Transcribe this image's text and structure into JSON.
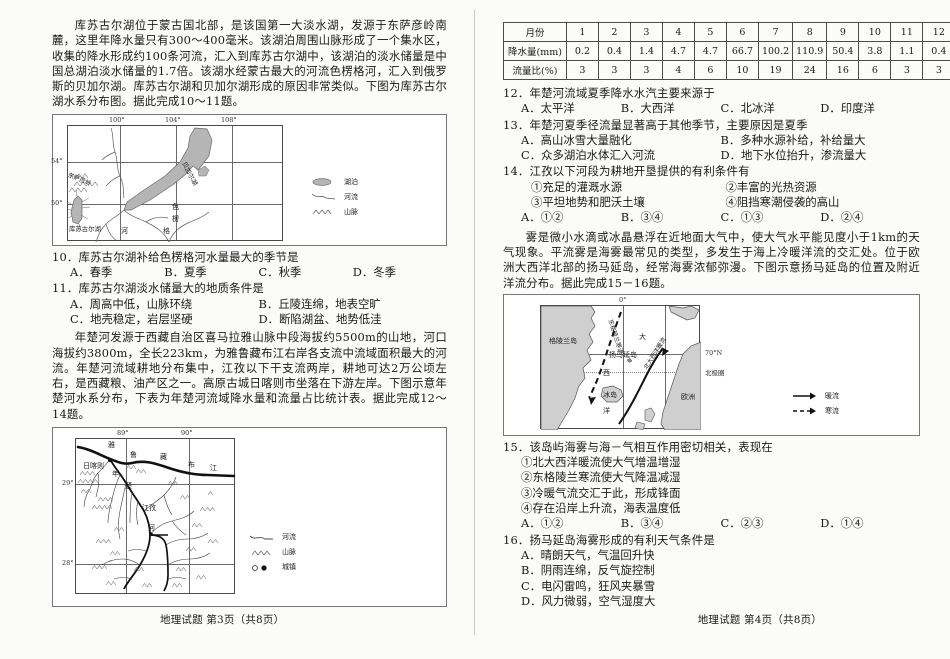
{
  "document": {
    "footer_left": "地理试题 第3页（共8页）",
    "footer_right": "地理试题 第4页（共8页）"
  },
  "left_column": {
    "passage1": "库苏古尔湖位于蒙古国北部，是该国第一大淡水湖，发源于东萨彦岭南麓，这里年降水量只有300～400毫米。该湖泊周围山脉形成了一个集水区，收集的降水形成约100条河流，汇入到库苏古尔湖中，该湖泊的淡水储量是中国总湖泊淡水储量的1.7倍。该湖水经蒙古最大的河流色楞格河，汇入到俄罗斯的贝加尔湖。库苏古尔湖和贝加尔湖形成的原因非常类似。下图为库苏古尔湖水系分布图。据此完成10～11题。",
    "map1": {
      "name": "库苏古尔湖水系分布图",
      "coord_labels": [
        "100°",
        "104°",
        "108°"
      ],
      "lat_labels": [
        "54°",
        "50°"
      ],
      "features": [
        "库苏古尔湖",
        "东萨彦岭",
        "贝加尔湖",
        "色",
        "楞",
        "格",
        "河"
      ],
      "legend": [
        {
          "symbol": "lake-symbol",
          "label": "湖泊"
        },
        {
          "symbol": "river-symbol",
          "label": "河流"
        },
        {
          "symbol": "mountain-symbol",
          "label": "山脉"
        }
      ]
    },
    "question10": {
      "stem": "10．库苏古尔湖补给色楞格河水量最大的季节是",
      "options": [
        "A．春季",
        "B．夏季",
        "C．秋季",
        "D．冬季"
      ]
    },
    "question11": {
      "stem": "11．库苏古尔湖淡水储量大的地质条件是",
      "options": [
        "A．周高中低，山脉环绕",
        "B．丘陵连绵，地表空旷",
        "C．地壳稳定，岩层坚硬",
        "D．断陷湖盆、地势低洼"
      ]
    },
    "passage2": "年楚河发源于西藏自治区喜马拉雅山脉中段海拔约5500m的山地，河口海拔约3800m，全长223km，为雅鲁藏布江右岸各支流中流域面积最大的河流。年楚河流域耕地分布集中，江孜以下干支流两岸，耕地可达2万公顷左右，是西藏粮、油产区之一。高原古城日喀则市坐落在下游左岸。下图示意年楚河水系分布，下表为年楚河流域降水量和流量占比统计表。据此完成12～14题。",
    "map2": {
      "name": "年楚河水系分布图",
      "coord_labels": [
        "89°",
        "90°"
      ],
      "lat_labels": [
        "29°",
        "28°"
      ],
      "features": [
        "日喀则",
        "江孜",
        "雅",
        "鲁",
        "藏",
        "布",
        "江",
        "年",
        "楚",
        "河"
      ],
      "legend": [
        {
          "symbol": "river-symbol",
          "label": "河流"
        },
        {
          "symbol": "mountain-symbol",
          "label": "山脉"
        },
        {
          "symbol": "town-symbol",
          "label": "城镇"
        }
      ]
    }
  },
  "right_column": {
    "table": {
      "rows": [
        {
          "header": "月份",
          "values": [
            "1",
            "2",
            "3",
            "4",
            "5",
            "6",
            "7",
            "8",
            "9",
            "10",
            "11",
            "12"
          ]
        },
        {
          "header": "降水量(mm)",
          "values": [
            "0.2",
            "0.4",
            "1.4",
            "4.7",
            "4.7",
            "66.7",
            "100.2",
            "110.9",
            "50.4",
            "3.8",
            "1.1",
            "0.4"
          ]
        },
        {
          "header": "流量比(%)",
          "values": [
            "3",
            "3",
            "3",
            "4",
            "6",
            "10",
            "19",
            "24",
            "16",
            "6",
            "3",
            "3"
          ]
        }
      ]
    },
    "question12": {
      "stem": "12．年楚河流域夏季降水水汽主要来源于",
      "options": [
        "A．太平洋",
        "B．大西洋",
        "C．北冰洋",
        "D．印度洋"
      ]
    },
    "question13": {
      "stem": "13．年楚河夏季径流量显著高于其他季节，主要原因是夏季",
      "options": [
        "A．高山冰雪大量融化",
        "B．多种水源补给，补给量大",
        "C．众多湖泊水体汇入河流",
        "D．地下水位抬升，渗流量大"
      ]
    },
    "question14": {
      "stem": "14．江孜以下河段为耕地开垦提供的有利条件有",
      "items": [
        "①充足的灌溉水源",
        "②丰富的光热资源",
        "③平坦地势和肥沃土壤",
        "④阻挡寒潮侵袭的高山"
      ],
      "options": [
        "A．①②",
        "B．③④",
        "C．①③",
        "D．②④"
      ]
    },
    "passage3": "雾是微小水滴或冰晶悬浮在近地面大气中，使大气水平能见度小于1km的天气现象。平流雾是海雾最常见的类型，多发生于海上冷暖洋流的交汇处。位于欧洲大西洋北部的扬马延岛，经常海雾浓郁弥漫。下图示意扬马延岛的位置及附近洋流分布。据此完成15－16题。",
    "map3": {
      "name": "扬马延岛位置及附近洋流分布图",
      "coord_labels": [
        "0°",
        "70°N",
        "北极圈"
      ],
      "features": [
        "格陵兰岛",
        "冰岛",
        "扬马延岛",
        "欧洲",
        "大",
        "西",
        "洋",
        "东格陵兰寒流",
        "北大西洋暖流"
      ],
      "legend": [
        {
          "symbol": "warm-current-symbol",
          "label": "暖流"
        },
        {
          "symbol": "cold-current-symbol",
          "label": "寒流"
        }
      ]
    },
    "question15": {
      "stem": "15．该岛屿海雾与海－气相互作用密切相关，表现在",
      "items": [
        "①北大西洋暖流使大气增温增湿",
        "②东格陵兰寒流使大气降温减湿",
        "③冷暖气流交汇于此，形成锋面",
        "④存在沿岸上升流，海表温度低"
      ],
      "options": [
        "A．①②",
        "B．③④",
        "C．②③",
        "D．①④"
      ]
    },
    "question16": {
      "stem": "16．扬马延岛海雾形成的有利天气条件是",
      "options": [
        "A．晴朗天气，气温回升快",
        "B．阴雨连绵，反气旋控制",
        "C．电闪雷鸣，狂风夹暴雪",
        "D．风力微弱，空气湿度大"
      ]
    }
  }
}
